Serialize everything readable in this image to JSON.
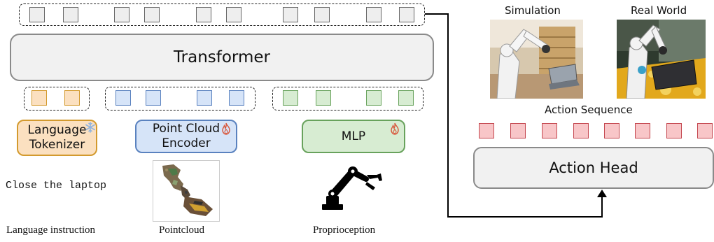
{
  "blocks": {
    "transformer": "Transformer",
    "language_tokenizer_line1": "Language",
    "language_tokenizer_line2": "Tokenizer",
    "point_cloud_encoder_line1": "Point Cloud",
    "point_cloud_encoder_line2": "Encoder",
    "mlp": "MLP",
    "action_head": "Action Head"
  },
  "inputs": {
    "instruction_text": "Close the laptop",
    "language_caption": "Language instruction",
    "pointcloud_caption": "Pointcloud",
    "proprioception_caption": "Proprioception"
  },
  "right_panel": {
    "simulation_title": "Simulation",
    "real_world_title": "Real World",
    "action_sequence_label": "Action Sequence"
  },
  "icons": {
    "frozen": "snowflake-icon",
    "trainable": "flame-icon",
    "proprioception": "robot-arm-icon"
  },
  "colors": {
    "language": "#fbe0c0",
    "pointcloud": "#d6e4f8",
    "proprioception": "#d7ecd2",
    "action": "#f8c6c8",
    "neutral": "#f1f1f1"
  }
}
